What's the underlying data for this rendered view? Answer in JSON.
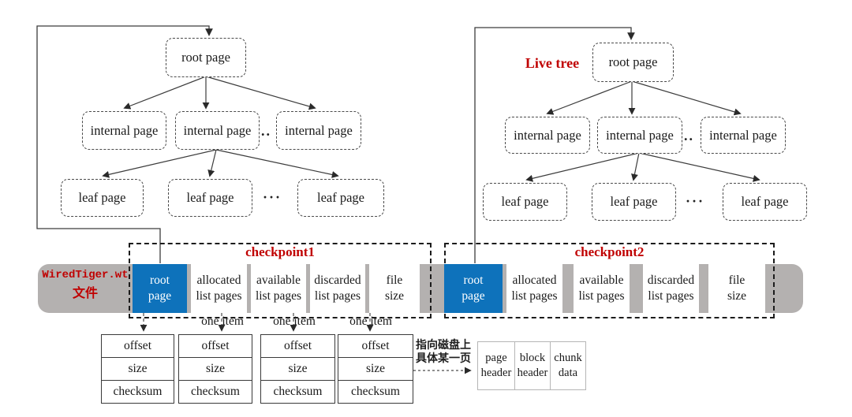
{
  "colors": {
    "accent_red": "#c00000",
    "root_blue": "#0e72bb",
    "bar_gray": "#b4b1b0"
  },
  "checkpoint_tree": {
    "root_label": "root page",
    "internal_labels": [
      "internal page",
      "internal page",
      "internal page"
    ],
    "internal_ellipsis": "..",
    "leaf_labels": [
      "leaf page",
      "leaf page",
      "leaf page"
    ],
    "leaf_ellipsis": "···"
  },
  "live_tree": {
    "title": "Live tree",
    "root_label": "root page",
    "internal_labels": [
      "internal page",
      "internal page",
      "internal page"
    ],
    "internal_ellipsis": "..",
    "leaf_labels": [
      "leaf page",
      "leaf page",
      "leaf page"
    ],
    "leaf_ellipsis": "···"
  },
  "file_bar": {
    "name_line1": "WiredTiger.wt",
    "name_line2": "文件",
    "checkpoint1": {
      "title": "checkpoint1",
      "segments": [
        "root\npage",
        "allocated\nlist pages",
        "available\nlist pages",
        "discarded\nlist pages",
        "file\nsize"
      ]
    },
    "checkpoint2": {
      "title": "checkpoint2",
      "segments": [
        "root\npage",
        "allocated\nlist pages",
        "available\nlist pages",
        "discarded\nlist pages",
        "file\nsize"
      ]
    }
  },
  "item_detail": {
    "one_item_label": "one item",
    "tables": [
      [
        "offset",
        "size",
        "checksum"
      ],
      [
        "offset",
        "size",
        "checksum"
      ],
      [
        "offset",
        "size",
        "checksum"
      ],
      [
        "offset",
        "size",
        "checksum"
      ]
    ]
  },
  "disk_pointer_note": "指向磁盘上\n具体某一页",
  "disk_page": {
    "segments": [
      "page\nheader",
      "block\nheader",
      "chunk\ndata"
    ]
  }
}
